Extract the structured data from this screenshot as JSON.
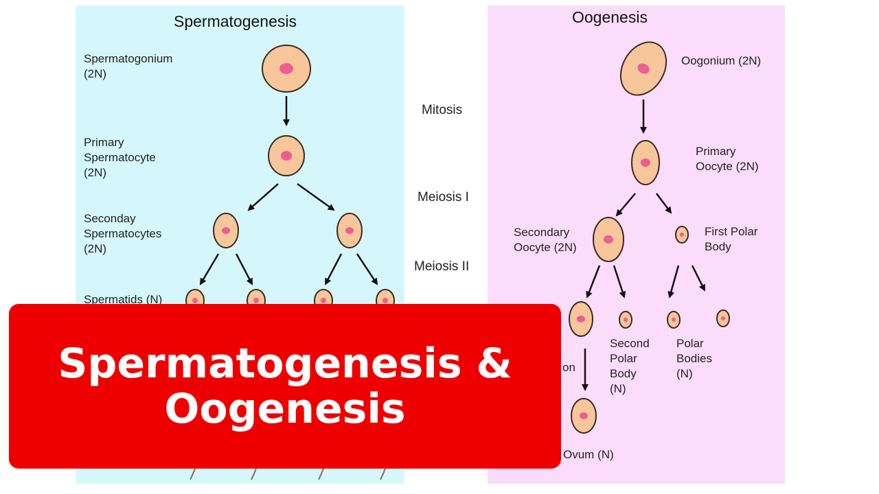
{
  "colors": {
    "sperm_panel": "#d5f7fb",
    "oo_panel": "#fbdcfb",
    "cell_fill": "#f7c69a",
    "cell_stroke": "#3a2a20",
    "nucleus": "#ea5f92",
    "banner": "#ef0000",
    "banner_text": "#ffffff"
  },
  "spermatogenesis": {
    "title": "Spermatogenesis",
    "spermatogonium": "Spermatogonium\n(2N)",
    "primary": "Primary\nSpermatocyte\n(2N)",
    "secondary": "Seconday\nSpermatocytes\n(2N)",
    "spermatids": "Spermatids (N)"
  },
  "stages": {
    "mitosis": "Mitosis",
    "meiosis1": "Meiosis I",
    "meiosis2": "Meiosis II"
  },
  "oogenesis": {
    "title": "Oogenesis",
    "oogonium": "Oogonium (2N)",
    "primary": "Primary\nOocyte  (2N)",
    "secondary": "Secondary\nOocyte  (2N)",
    "first_polar": "First Polar\nBody",
    "ootid_partial": "on",
    "second_polar": "Second\nPolar\nBody\n(N)",
    "polar_bodies": "Polar\nBodies\n(N)",
    "ovum": "Ovum  (N)"
  },
  "banner": {
    "text": "Spermatogenesis &\nOogenesis"
  }
}
